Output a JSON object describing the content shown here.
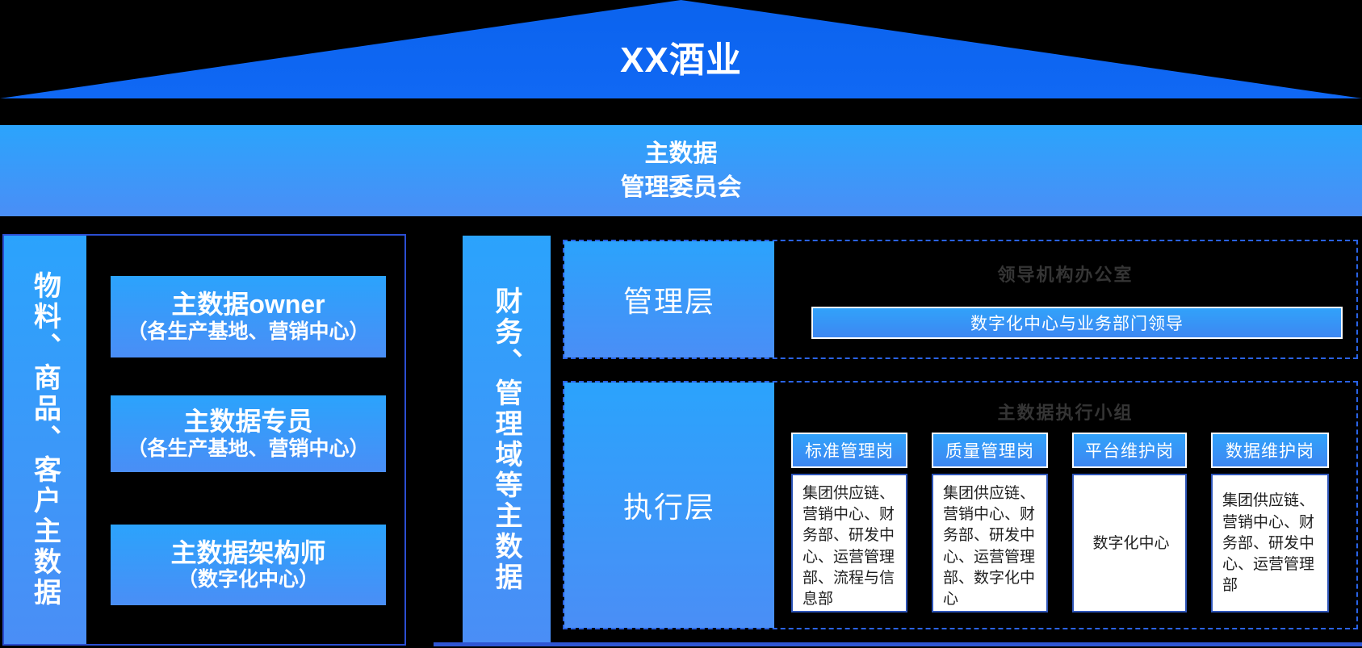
{
  "colors": {
    "background": "#000000",
    "roof_blue": "#0d66f2",
    "gradient_top": "#2ba3fc",
    "gradient_bottom": "#4a8ef6",
    "panel_border": "#2b4ed2",
    "dashed_border": "#2a63e6",
    "content_border": "#2e55b8",
    "dark_title_text": "#353535",
    "white": "#ffffff"
  },
  "roof": {
    "title": "XX酒业"
  },
  "banner": {
    "line1": "主数据",
    "line2": "管理委员会"
  },
  "left_panel": {
    "side_label": "物料、商品、客户主数据",
    "roles": [
      {
        "title": "主数据owner",
        "subtitle": "（各生产基地、营销中心）"
      },
      {
        "title": "主数据专员",
        "subtitle": "（各生产基地、营销中心）"
      },
      {
        "title": "主数据架构师",
        "subtitle": "（数字化中心）"
      }
    ]
  },
  "right_panel": {
    "side_label": "财务、管理域等主数据",
    "management_row": {
      "layer_label": "管理层",
      "office_title": "领导机构办公室",
      "office_members": "数字化中心与业务部门领导"
    },
    "execution_row": {
      "layer_label": "执行层",
      "team_title": "主数据执行小组",
      "positions": [
        {
          "title": "标准管理岗",
          "members": "集团供应链、营销中心、财务部、研发中心、运营管理部、流程与信息部"
        },
        {
          "title": "质量管理岗",
          "members": "集团供应链、营销中心、财务部、研发中心、运营管理部、数字化中心"
        },
        {
          "title": "平台维护岗",
          "members": "数字化中心"
        },
        {
          "title": "数据维护岗",
          "members": "集团供应链、营销中心、财务部、研发中心、运营管理部"
        }
      ]
    }
  }
}
